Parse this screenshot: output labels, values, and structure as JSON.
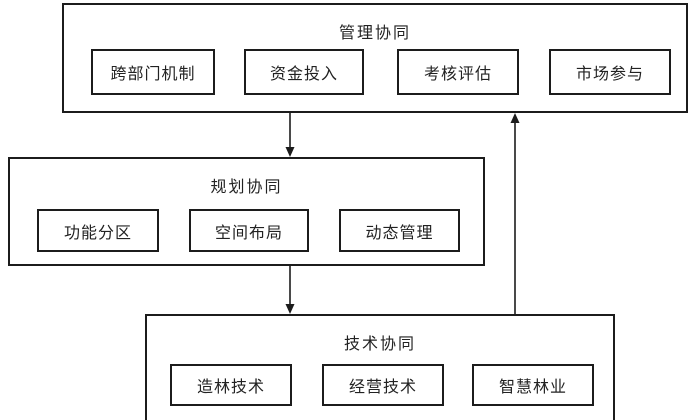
{
  "diagram": {
    "background_color": "#ffffff",
    "line_color": "#1c1c1c",
    "groups": [
      {
        "title": "管理协同",
        "items": [
          {
            "label": "跨部门机制"
          },
          {
            "label": "资金投入"
          },
          {
            "label": "考核评估"
          },
          {
            "label": "市场参与"
          }
        ]
      },
      {
        "title": "规划协同",
        "items": [
          {
            "label": "功能分区"
          },
          {
            "label": "空间布局"
          },
          {
            "label": "动态管理"
          }
        ]
      },
      {
        "title": "技术协同",
        "items": [
          {
            "label": "造林技术"
          },
          {
            "label": "经营技术"
          },
          {
            "label": "智慧林业"
          }
        ]
      }
    ],
    "arrows": [
      {
        "name": "management-to-planning",
        "direction": "down"
      },
      {
        "name": "planning-to-technology",
        "direction": "down"
      },
      {
        "name": "technology-to-management",
        "direction": "up"
      }
    ]
  }
}
